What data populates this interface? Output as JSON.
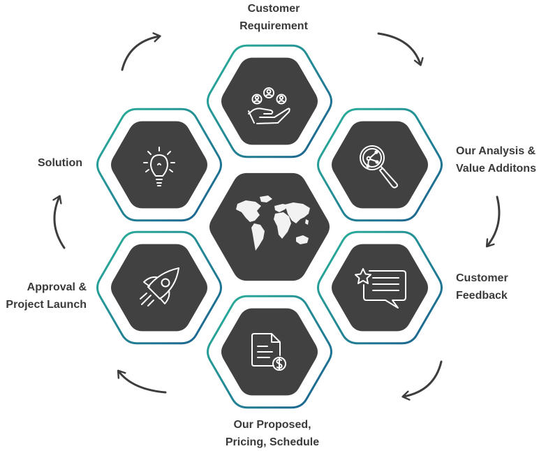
{
  "colors": {
    "hex_fill": "#414141",
    "icon_stroke": "#ffffff",
    "ring_teal": "#2bb39a",
    "ring_blue": "#1c5f8f",
    "arrow": "#3d3d3d",
    "text": "#3a3a3a"
  },
  "center": {
    "icon": "world-map-icon"
  },
  "steps": [
    {
      "id": "customer-requirement",
      "icon": "people-in-hand-icon",
      "label": [
        "Customer",
        "Requirement"
      ]
    },
    {
      "id": "analysis",
      "icon": "magnifier-analysis-icon",
      "label": [
        "Our Analysis &",
        "Value Additons"
      ]
    },
    {
      "id": "customer-feedback",
      "icon": "star-chat-icon",
      "label": [
        "Customer",
        "Feedback"
      ]
    },
    {
      "id": "proposal",
      "icon": "document-dollar-icon",
      "label": [
        "Our Proposed,",
        "Pricing, Schedule"
      ]
    },
    {
      "id": "approval",
      "icon": "rocket-icon",
      "label": [
        "Approval &",
        "Project Launch"
      ]
    },
    {
      "id": "solution",
      "icon": "lightbulb-icon",
      "label": [
        "Solution"
      ]
    }
  ]
}
